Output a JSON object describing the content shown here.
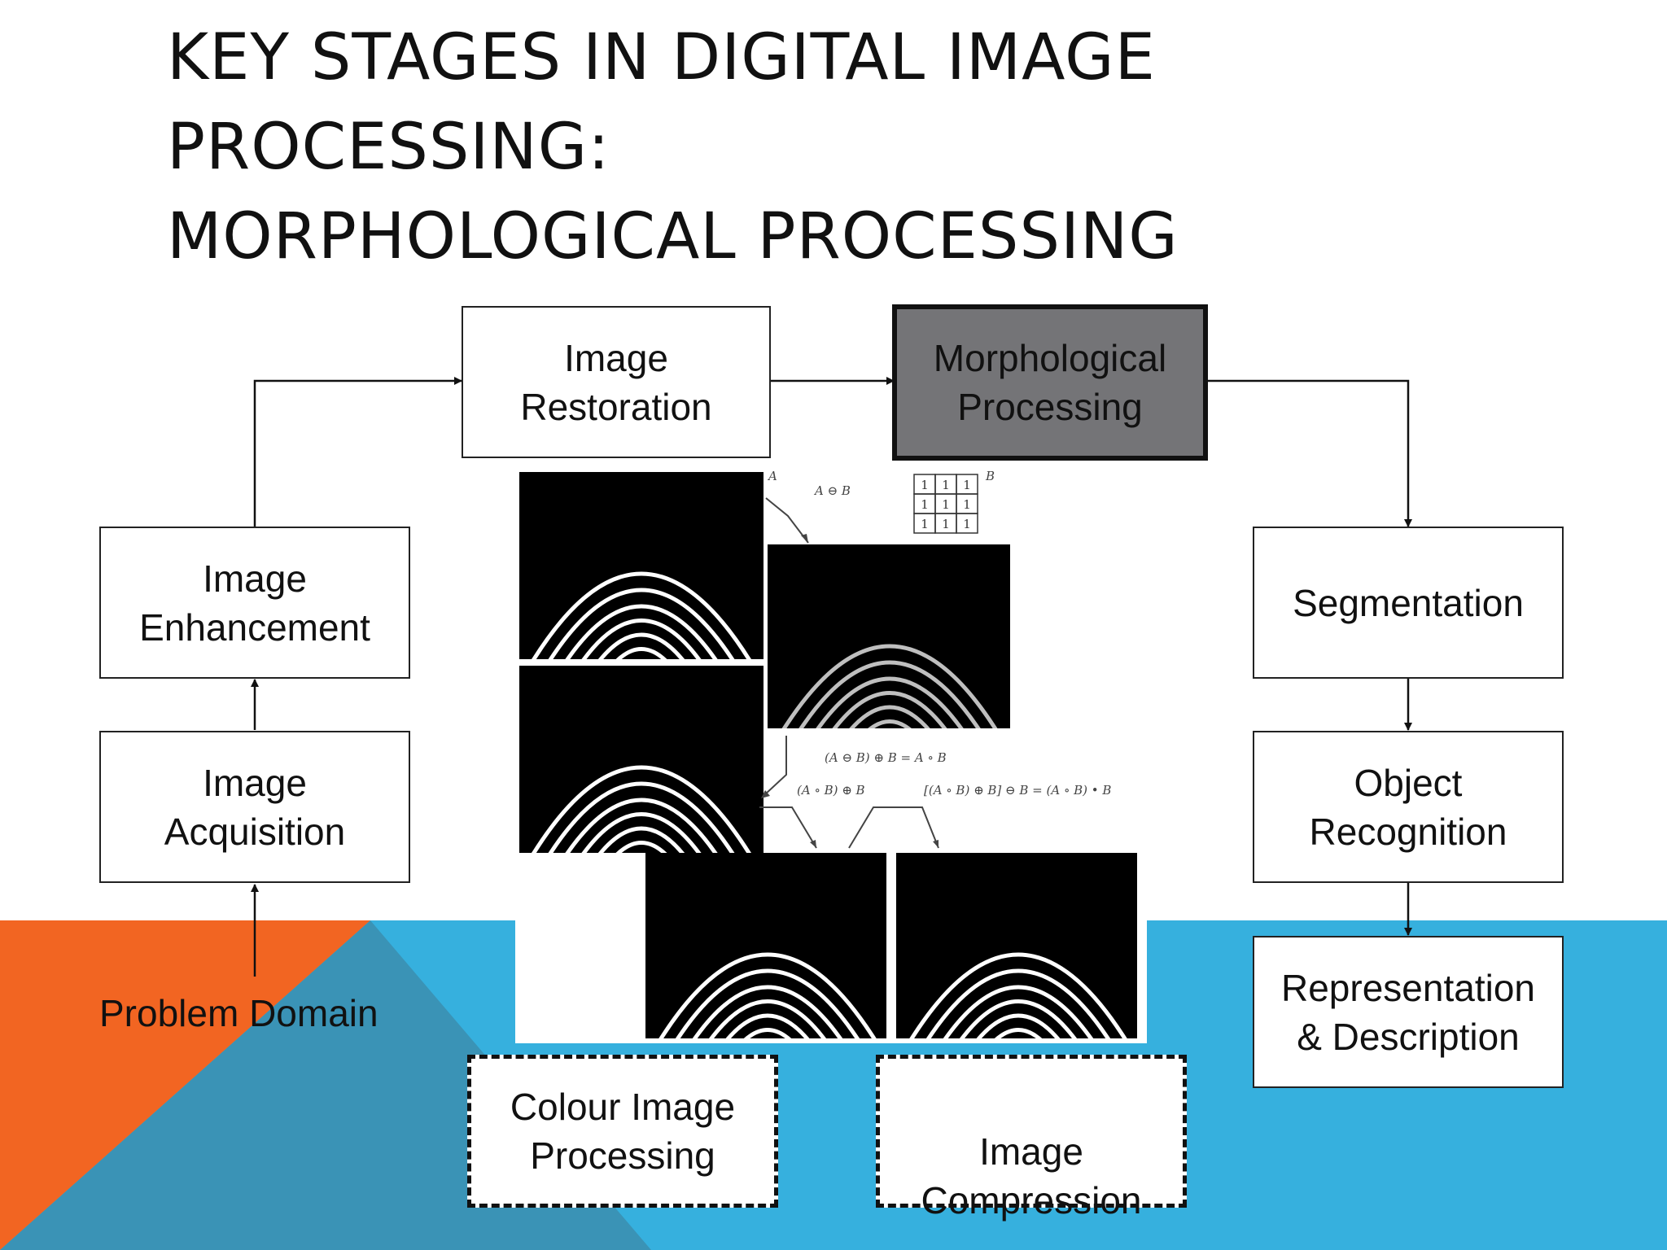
{
  "slide": {
    "title_lines": [
      "KEY STAGES  IN DIGITAL IMAGE",
      "PROCESSING:",
      "MORPHOLOGICAL PROCESSING"
    ]
  },
  "stages": {
    "image_restoration": "Image\nRestoration",
    "morphological_processing": "Morphological\nProcessing",
    "image_enhancement": "Image\nEnhancement",
    "image_acquisition": "Image\nAcquisition",
    "segmentation": "Segmentation",
    "object_recognition": "Object\nRecognition",
    "representation_description": "Representation\n& Description",
    "colour_image_processing": "Colour Image\nProcessing",
    "image_compression": "Image\nCompression",
    "problem_domain": "Problem Domain"
  },
  "example_figure": {
    "set_a_label": "A",
    "erosion_label": "A ⊖ B",
    "structuring_element_label": "B",
    "structuring_element": [
      [
        1,
        1,
        1
      ],
      [
        1,
        1,
        1
      ],
      [
        1,
        1,
        1
      ]
    ],
    "opening_label": "(A ⊖ B) ⊕ B = A ∘ B",
    "dilation_label": "(A ∘ B) ⊕ B",
    "closing_label": "[(A ∘ B) ⊕ B] ⊖ B = (A ∘ B) • B"
  },
  "colors": {
    "active_stage_fill": "#747477",
    "accent_orange": "#F26522",
    "accent_blue": "#36B0DE",
    "accent_dark_blue": "#3A93B6"
  }
}
